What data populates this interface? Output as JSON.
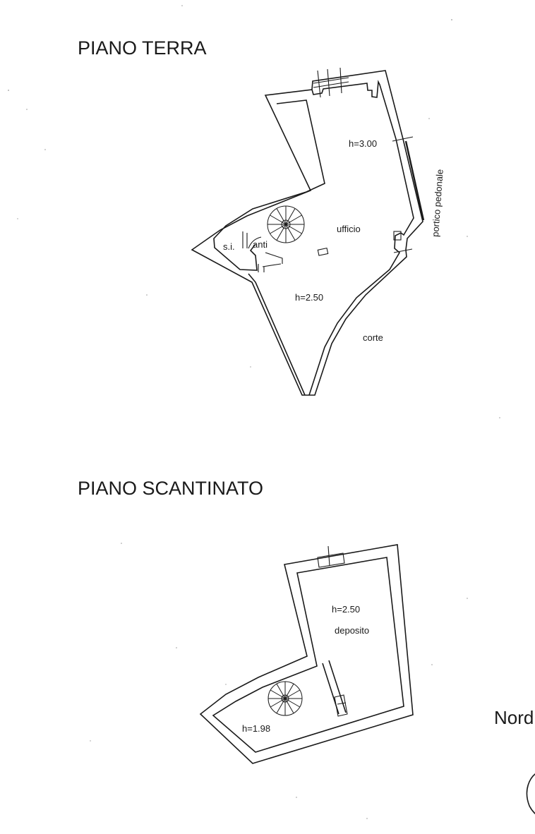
{
  "ground_floor": {
    "title": "PIANO TERRA",
    "height_upper": "h=3.00",
    "height_lower": "h=2.50",
    "room_office": "ufficio",
    "room_wc": "s.i.",
    "room_antechamber": "anti",
    "courtyard": "corte",
    "portico": "portico pedonale"
  },
  "basement": {
    "title": "PIANO SCANTINATO",
    "height_storage": "h=2.50",
    "room_storage": "deposito",
    "height_lower": "h=1.98"
  },
  "north_label": "Nord"
}
